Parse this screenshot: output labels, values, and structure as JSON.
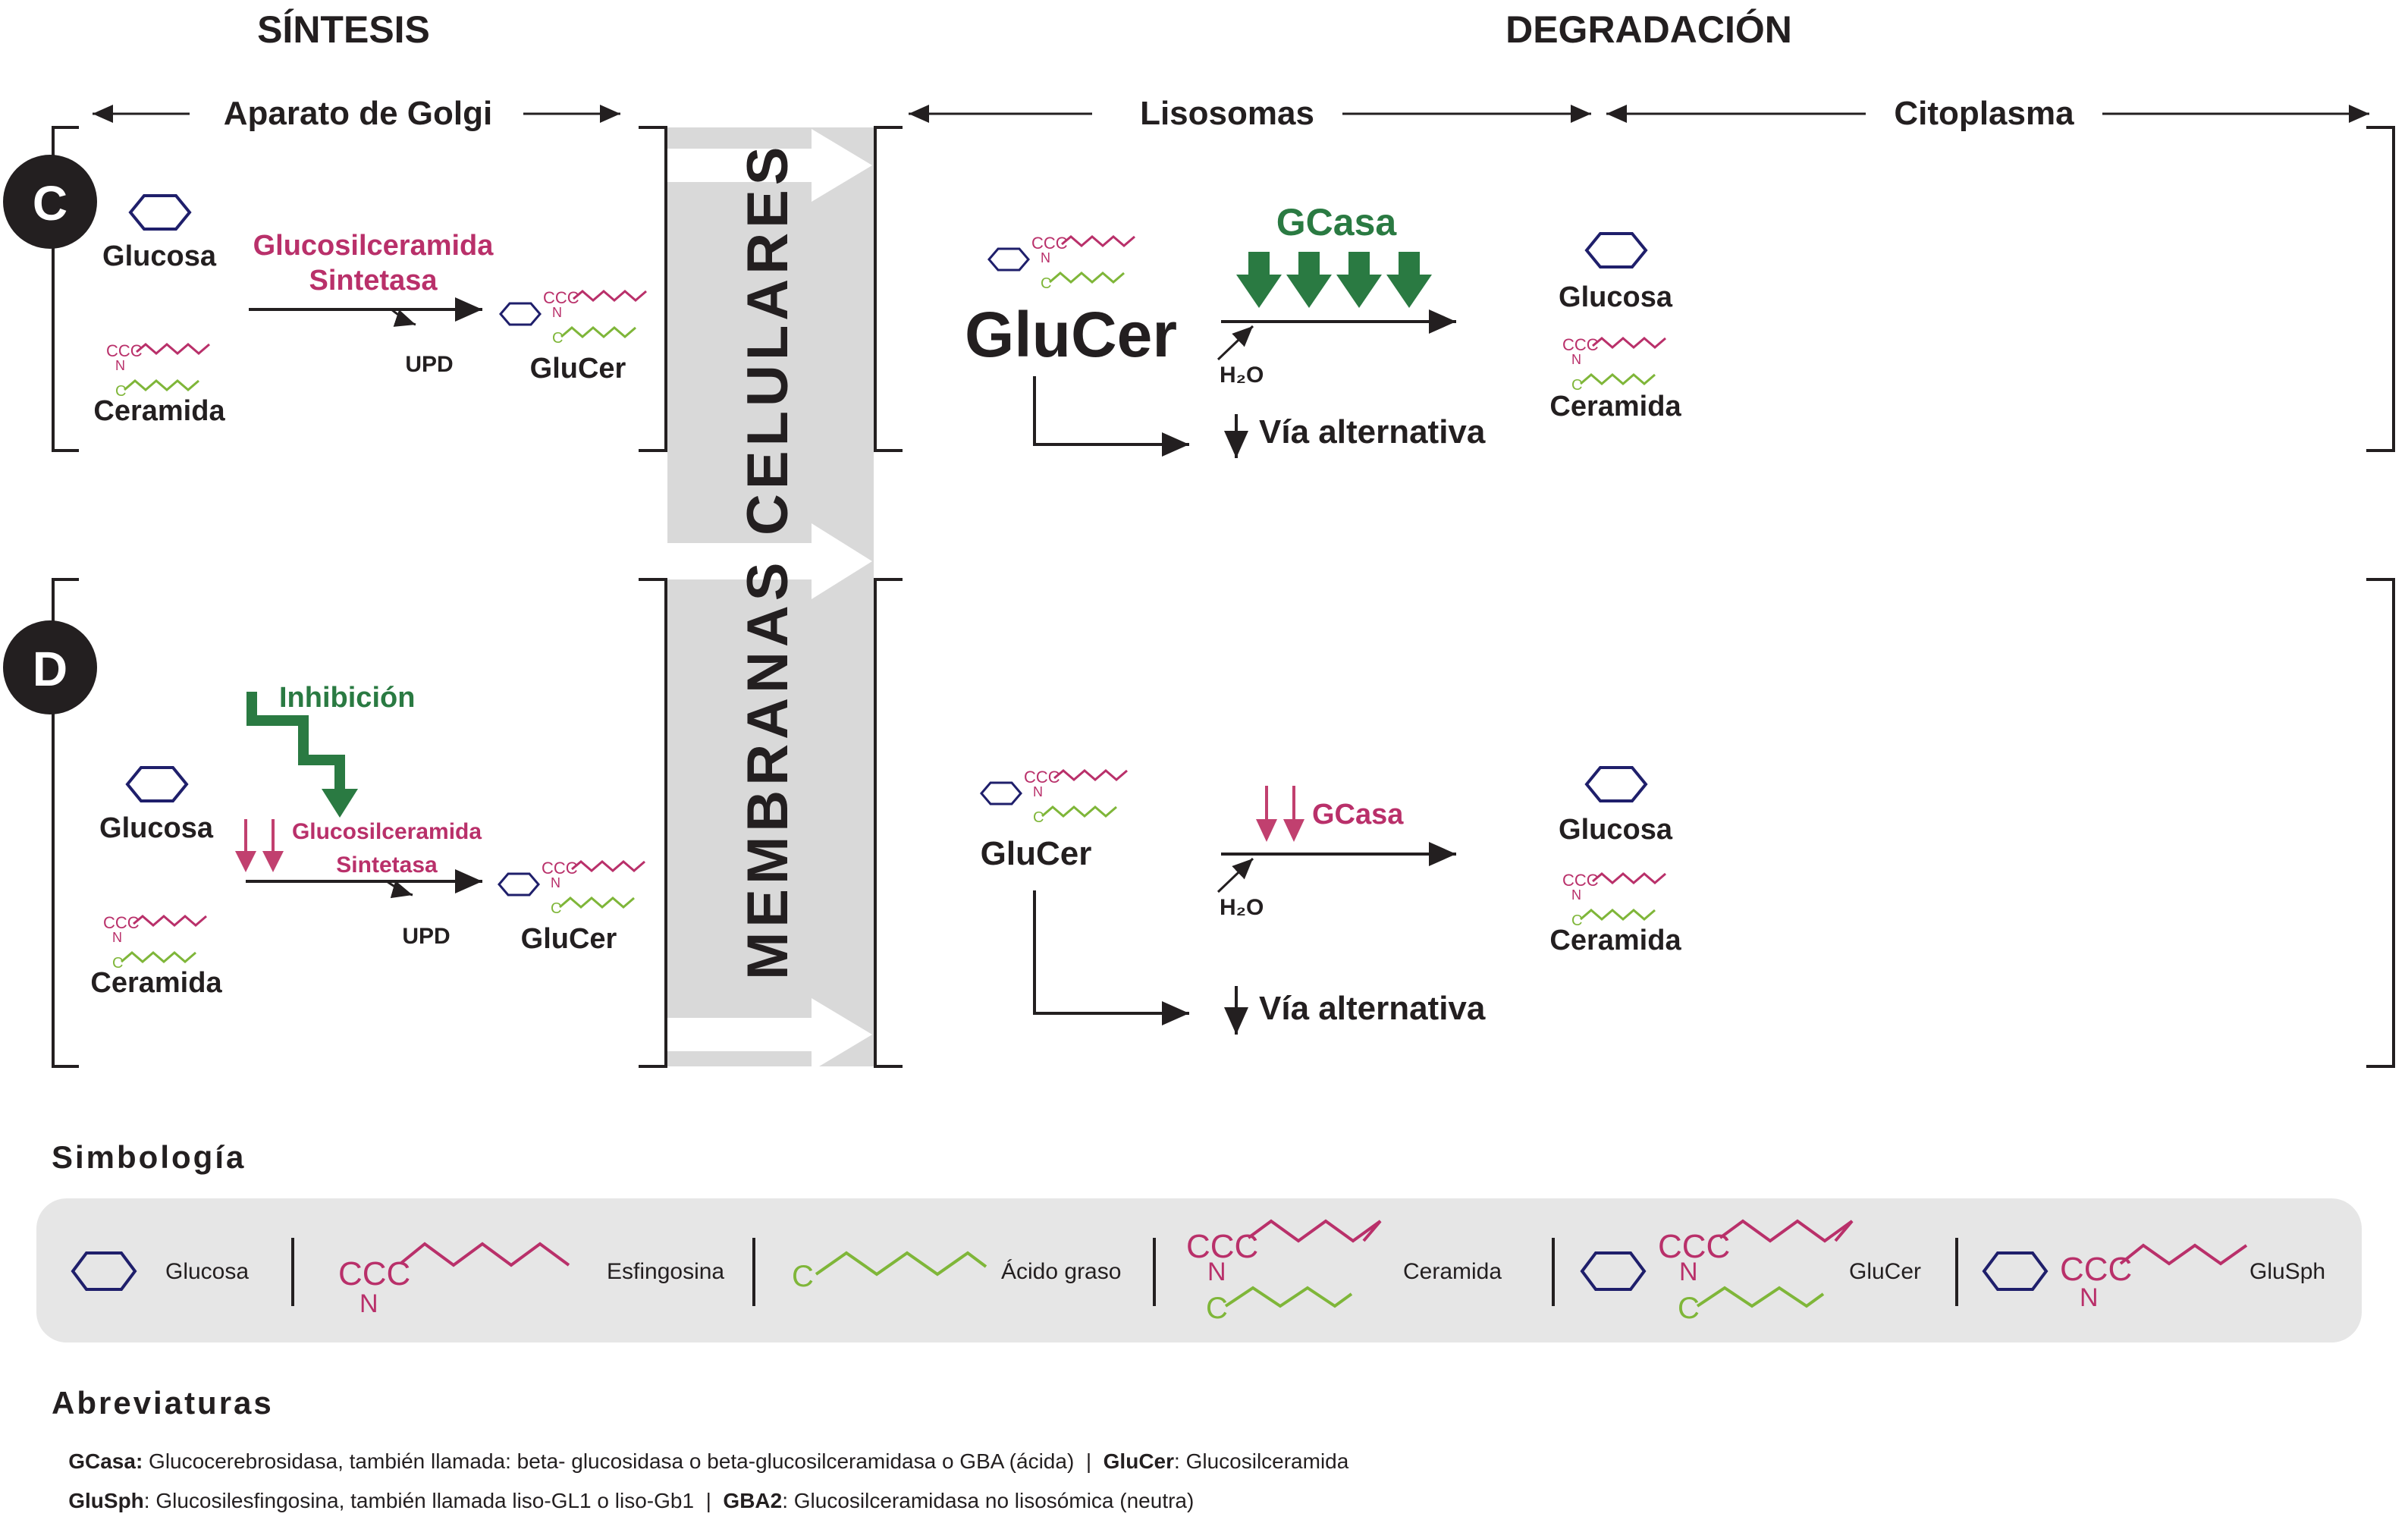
{
  "headers": {
    "synthesis": "SÍNTESIS",
    "degradation": "DEGRADACIÓN",
    "golgi": "Aparato de Golgi",
    "lysosomes": "Lisosomas",
    "cytoplasm": "Citoplasma"
  },
  "membrane": {
    "celulares": "CELULARES",
    "membranas": "MEMBRANAS"
  },
  "panel_c": {
    "badge": "C",
    "glucose": "Glucosa",
    "ceramide": "Ceramida",
    "enzyme_line1": "Glucosilceramida",
    "enzyme_line2": "Sintetasa",
    "byproduct": "UPD",
    "product": "GluCer",
    "substrate": "GluCer",
    "gcase": "GCasa",
    "water": "H₂O",
    "alt_path": "Vía alternativa",
    "out_glucose": "Glucosa",
    "out_ceramide": "Ceramida"
  },
  "panel_d": {
    "badge": "D",
    "inhibition": "Inhibición",
    "glucose": "Glucosa",
    "ceramide": "Ceramida",
    "enzyme_line1": "Glucosilceramida",
    "enzyme_line2": "Sintetasa",
    "byproduct": "UPD",
    "product": "GluCer",
    "substrate": "GluCer",
    "gcase": "GCasa",
    "water": "H₂O",
    "alt_path": "Vía alternativa",
    "out_glucose": "Glucosa",
    "out_ceramide": "Ceramida"
  },
  "molecule": {
    "ccc": "CCC",
    "n": "N",
    "c": "C"
  },
  "legend": {
    "title": "Simbología",
    "items": [
      "Glucosa",
      "Esfingosina",
      "Ácido graso",
      "Ceramida",
      "GluCer",
      "GluSph"
    ]
  },
  "abbreviations": {
    "title": "Abreviaturas",
    "line1": [
      {
        "term": "GCasa:",
        "text": " Glucocerebrosidasa, también llamada: beta- glucosidasa o beta-glucosilceramidasa o GBA (ácida)  |  "
      },
      {
        "term": "GluCer",
        "text": ": Glucosilceramida"
      }
    ],
    "line2": [
      {
        "term": "GluSph",
        "text": ": Glucosilesfingosina, también llamada liso-GL1 o liso-Gb1  |  "
      },
      {
        "term": "GBA2",
        "text": ": Glucosilceramidasa no lisosómica (neutra)"
      }
    ]
  },
  "colors": {
    "glucose": "#1f1f6b",
    "sphingosine": "#b9306a",
    "fatty_acid": "#7fb639",
    "gcase_green": "#2a7a42",
    "inhibited_pink": "#c1406f",
    "membrane_band": "#d9d9d9",
    "legend_bg": "#e6e6e6",
    "badge": "#231f20"
  }
}
